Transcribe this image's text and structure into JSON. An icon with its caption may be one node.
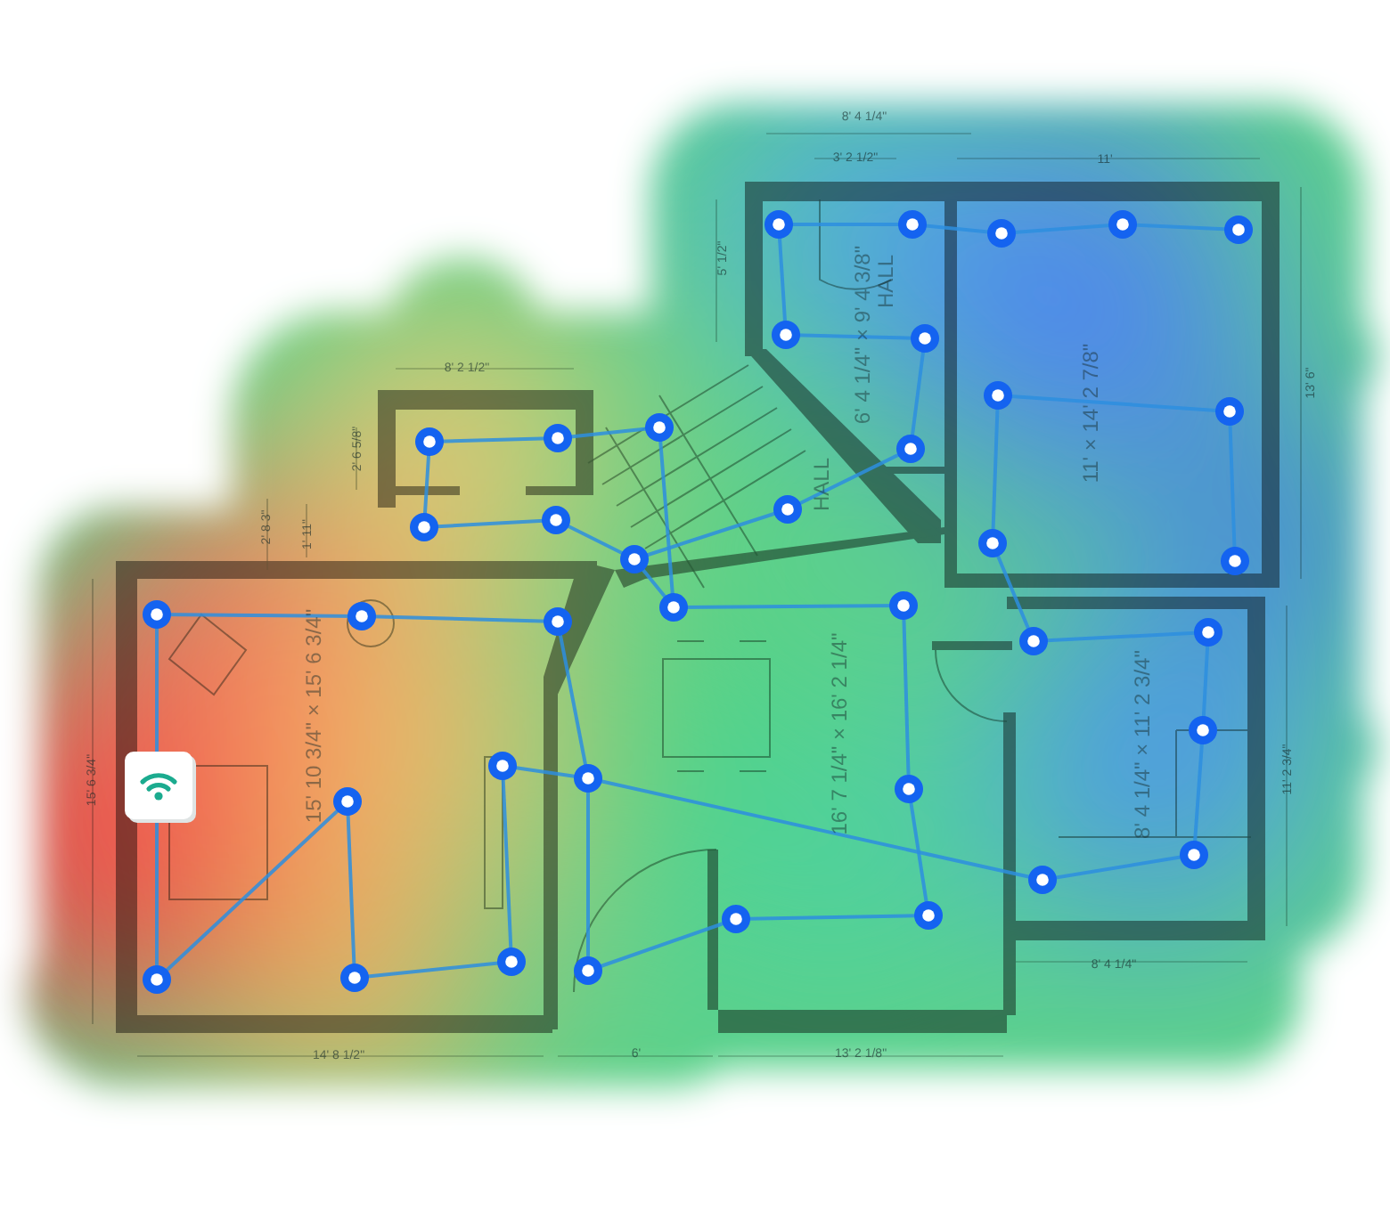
{
  "diagram": {
    "labels": [
      "8' 4 1/4\"",
      "3' 2 1/2\"",
      "11'",
      "5' 1/2\"",
      "HALL",
      "6' 4 1/4\" × 9' 4 3/8\"",
      "11' × 14' 2 7/8\"",
      "13' 6\"",
      "8' 2 1/2\"",
      "2' 6 5/8\"",
      "HALL",
      "2' 8 3\"",
      "1' 11\"",
      "15' 10 3/4\" × 15' 6 3/4\"",
      "15' 6 3/4\"",
      "16' 7 1/4\" × 16' 2 1/4\"",
      "8' 4 1/4\" × 11' 2 3/4\"",
      "11' 2 3/4\"",
      "8' 4 1/4\"",
      "14' 8 1/2\"",
      "6'",
      "13' 2 1/8\""
    ]
  }
}
